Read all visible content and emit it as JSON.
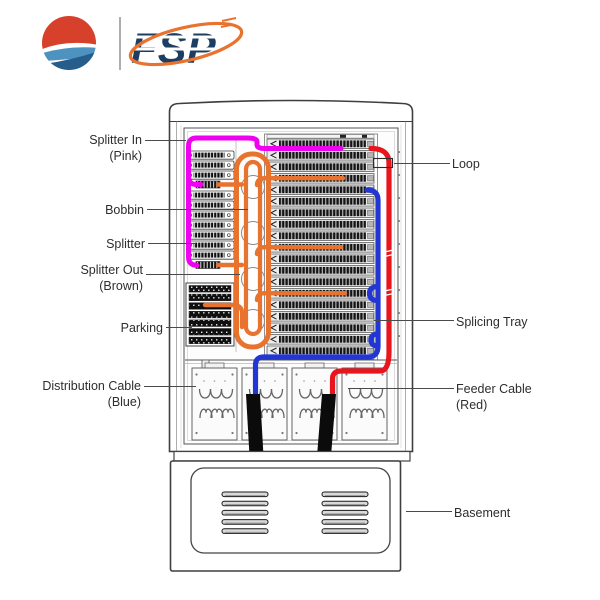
{
  "logo": {
    "brand": "FSP"
  },
  "labels": {
    "splitter_in": {
      "line1": "Splitter In",
      "line2": "(Pink)"
    },
    "bobbin": {
      "line1": "Bobbin"
    },
    "splitter": {
      "line1": "Splitter"
    },
    "splitter_out": {
      "line1": "Splitter Out",
      "line2": "(Brown)"
    },
    "parking": {
      "line1": "Parking"
    },
    "distribution_cable": {
      "line1": "Distribution Cable",
      "line2": "(Blue)"
    },
    "loop": {
      "line1": "Loop"
    },
    "splicing_tray": {
      "line1": "Splicing Tray"
    },
    "feeder_cable": {
      "line1": "Feeder Cable",
      "line2": "(Red)"
    },
    "basement": {
      "line1": "Basement"
    }
  },
  "cabinet": {
    "splice_trays": 19,
    "splitter_modules": 10,
    "parking_rows": 7,
    "gland_panels": 4,
    "vent_groups": 2,
    "vent_slots_per_group": 5,
    "bobbins": 4
  },
  "colors": {
    "pink_cable": "#F000F0",
    "brown_cable": "#E8732E",
    "red_cable": "#E9151D",
    "blue_cable": "#2236D4",
    "sheath_black": "#0B0B0B",
    "logo_navy": "#1C3E63",
    "logo_red": "#D7402B",
    "logo_light_blue": "#4E93C0",
    "logo_dark_blue": "#265D8B",
    "line_gray": "#3F3F3F"
  }
}
